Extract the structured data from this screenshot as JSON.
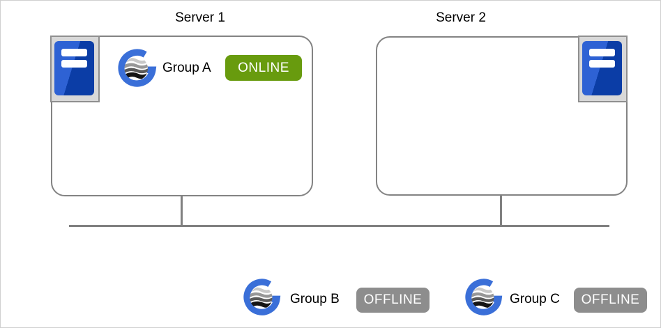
{
  "diagram": {
    "servers": [
      {
        "title": "Server 1",
        "groups": [
          {
            "name": "Group A",
            "status": "ONLINE"
          }
        ]
      },
      {
        "title": "Server 2",
        "groups": []
      }
    ],
    "unassigned_groups": [
      {
        "name": "Group B",
        "status": "OFFLINE"
      },
      {
        "name": "Group C",
        "status": "OFFLINE"
      }
    ],
    "icons": {
      "server_icon": "server-tower-icon",
      "group_icon": "g-globe-logo-icon"
    },
    "colors": {
      "status_online": "#689b0e",
      "status_offline": "#8d8d8d",
      "connector_gray": "#808080",
      "box_border_gray": "#838383",
      "logo_blue": "#3a6fd8",
      "server_blue_light": "#2e62d4",
      "server_blue_dark": "#0b3da6",
      "icon_frame_gray": "#d8d8d8"
    }
  }
}
